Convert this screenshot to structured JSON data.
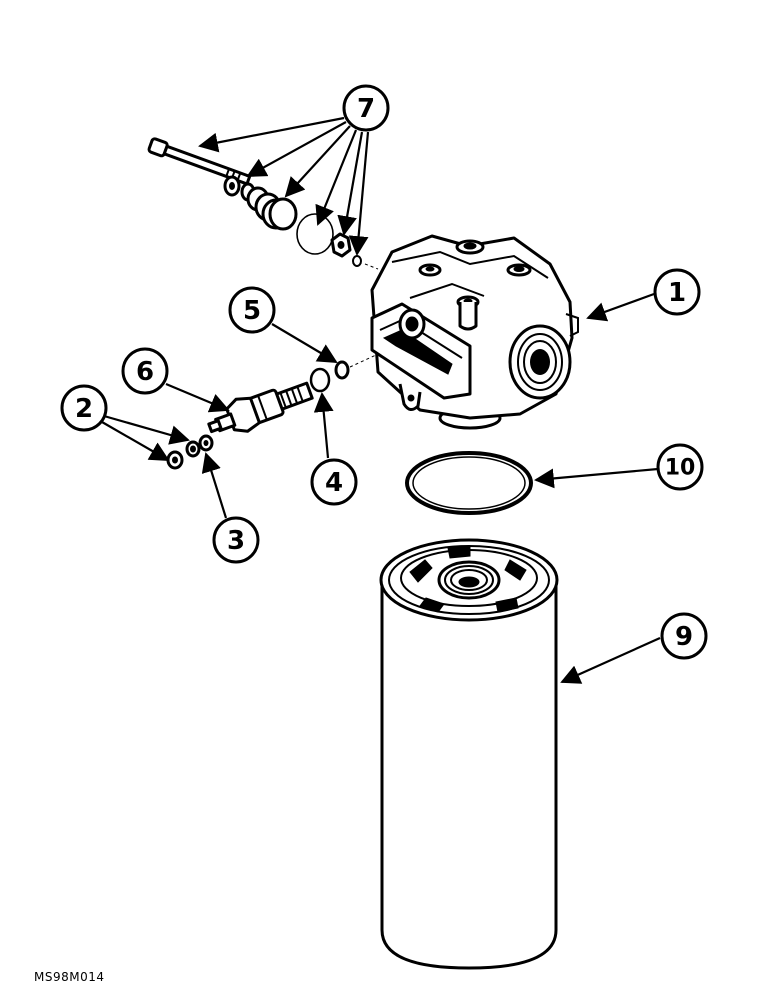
{
  "figure": {
    "reference_code": "MS98M014"
  },
  "callouts": [
    {
      "id": "c1",
      "label": "1"
    },
    {
      "id": "c2",
      "label": "2"
    },
    {
      "id": "c3",
      "label": "3"
    },
    {
      "id": "c4",
      "label": "4"
    },
    {
      "id": "c5",
      "label": "5"
    },
    {
      "id": "c6",
      "label": "6"
    },
    {
      "id": "c7",
      "label": "7"
    },
    {
      "id": "c9",
      "label": "9"
    },
    {
      "id": "c10",
      "label": "10"
    }
  ],
  "icons": {
    "arrowhead": "arrowhead-icon"
  }
}
